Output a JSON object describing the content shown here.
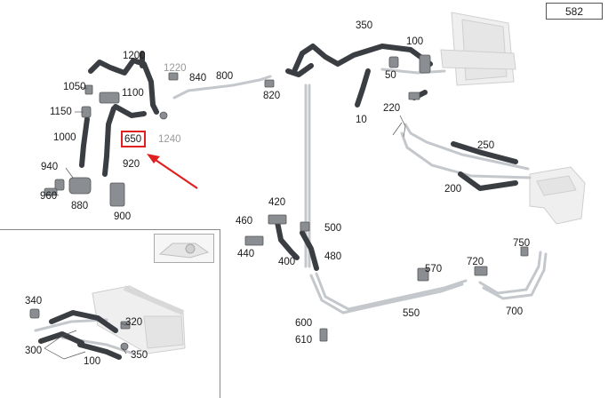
{
  "sheet_number": "582",
  "callouts": {
    "c1200": "1200",
    "c1220": "1220",
    "c840": "840",
    "c800": "800",
    "c1050": "1050",
    "c1100": "1100",
    "c820": "820",
    "c1150": "1150",
    "c1000": "1000",
    "c650": "650",
    "c1240": "1240",
    "c920": "920",
    "c940": "940",
    "c960": "960",
    "c880": "880",
    "c900": "900",
    "c350a": "350",
    "c100a": "100",
    "c50": "50",
    "c10": "10",
    "c220": "220",
    "c250": "250",
    "c200": "200",
    "c420": "420",
    "c460": "460",
    "c500": "500",
    "c440": "440",
    "c400": "400",
    "c480": "480",
    "c750": "750",
    "c570": "570",
    "c720": "720",
    "c700": "700",
    "c550": "550",
    "c600": "600",
    "c610": "610",
    "c340": "340",
    "c320": "320",
    "c300": "300",
    "c100b": "100",
    "c350b": "350"
  },
  "colors": {
    "highlight": "#e02020",
    "pipe_dark": "#3a3d42",
    "pipe_light": "#c8ccd0",
    "ghost": "#e2e2e2"
  }
}
